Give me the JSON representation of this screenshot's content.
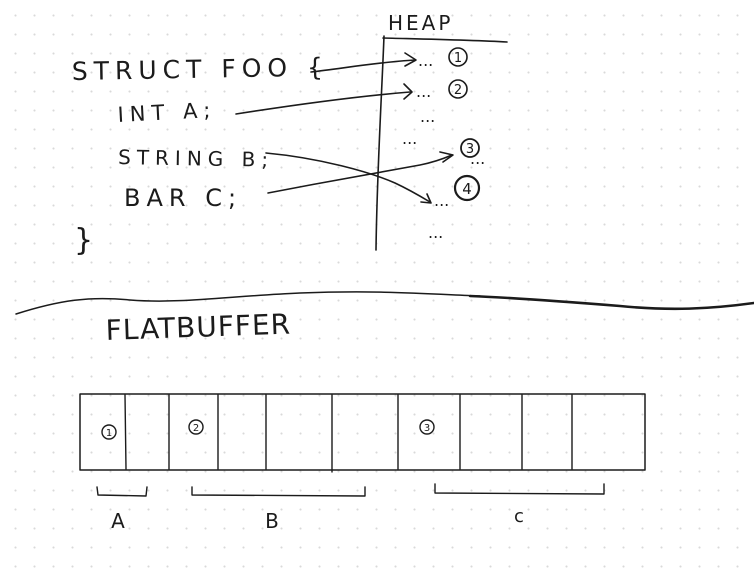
{
  "top_sketch": {
    "heap_label": "HEAP",
    "struct_lines": [
      "STRUCT  FOO {",
      "INT  A;",
      "STRING  B;",
      "BAR    C;",
      "}"
    ],
    "heap_slots": [
      "1",
      "2",
      "3",
      "4"
    ],
    "heap_filler": [
      "...",
      "...",
      "...",
      "...",
      "...",
      "...",
      "..."
    ]
  },
  "bottom_sketch": {
    "title": "FLATBUFFER",
    "buffer_slot_markers": [
      "1",
      "2",
      "3"
    ],
    "field_labels": [
      "A",
      "B",
      "C"
    ]
  }
}
